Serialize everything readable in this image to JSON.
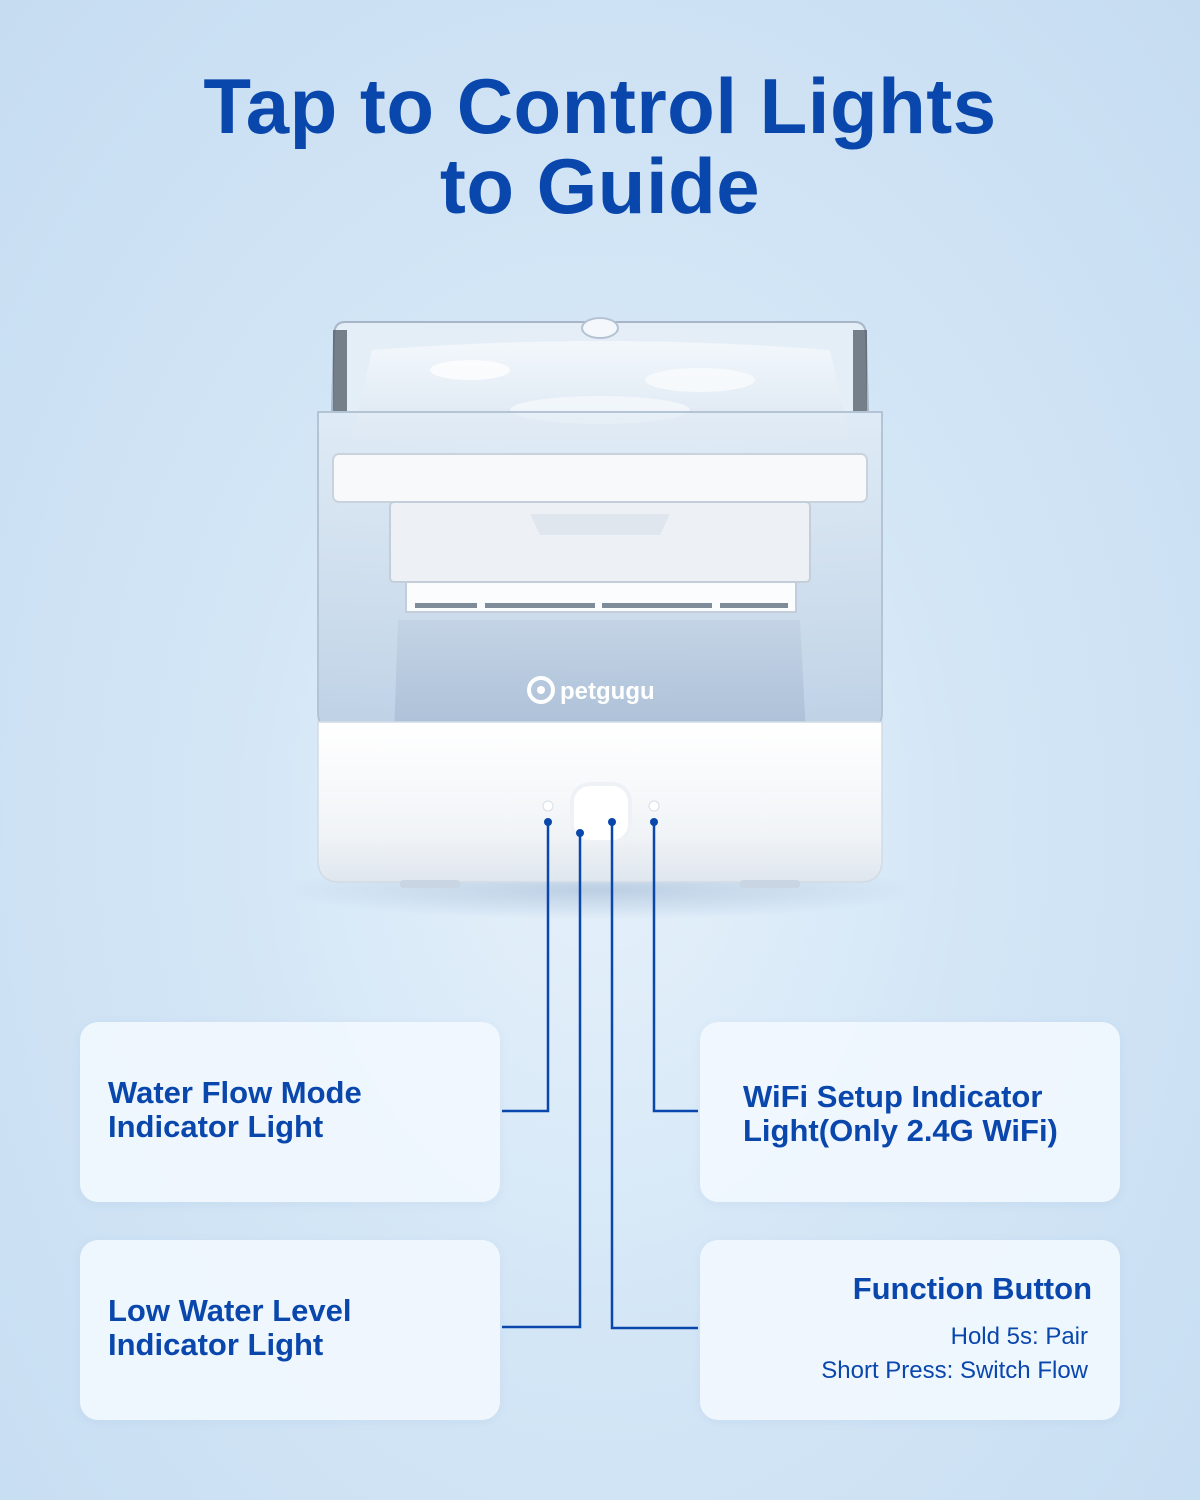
{
  "headline": {
    "line1": "Tap to Control  Lights",
    "line2": "to Guide"
  },
  "product": {
    "brand": "petgugu"
  },
  "callouts": {
    "water_flow": {
      "line1": "Water Flow Mode",
      "line2": "Indicator Light"
    },
    "wifi": {
      "line1": "WiFi Setup Indicator",
      "line2": "Light(Only 2.4G WiFi)"
    },
    "low_water": {
      "line1": "Low Water Level",
      "line2": "Indicator Light"
    },
    "function_button": {
      "title": "Function Button",
      "desc1": "Hold 5s: Pair",
      "desc2": "Short Press: Switch Flow"
    }
  },
  "colors": {
    "accent": "#0a47ad",
    "background": "#d3e6f6",
    "card": "#f2f8ff"
  },
  "icons": {
    "brand_logo": "petgugu-logo-icon"
  }
}
